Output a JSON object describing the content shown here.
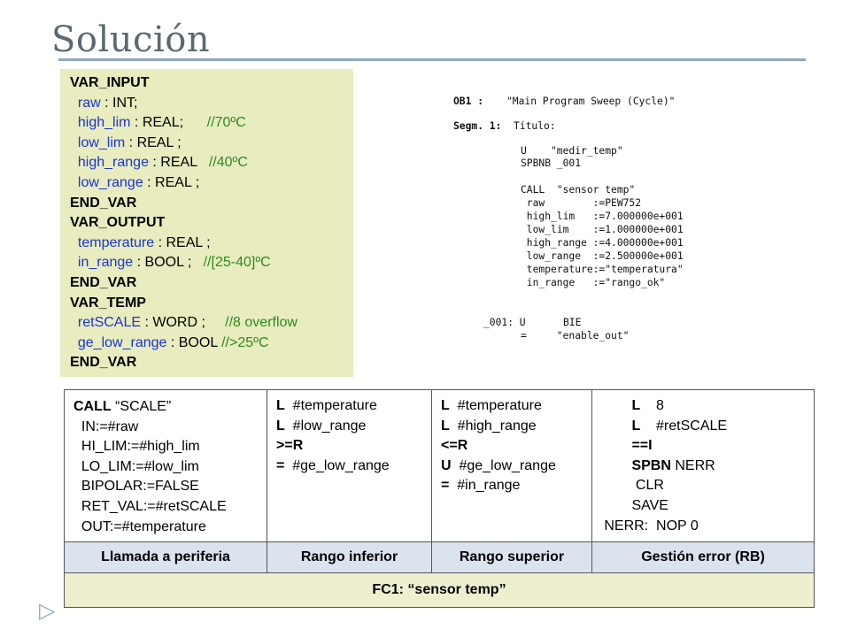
{
  "title": "Solución",
  "var_block": {
    "var_input": "VAR_INPUT",
    "raw": "raw",
    "raw_type": " : INT;",
    "high_lim": "high_lim",
    "high_lim_type": " : REAL;",
    "high_lim_comment": "//70ºC",
    "low_lim": "low_lim",
    "low_lim_type": " : REAL ;",
    "high_range": "high_range",
    "high_range_type": " : REAL",
    "high_range_comment": "//40ºC",
    "low_range": "low_range",
    "low_range_type": " : REAL ;",
    "end_var_1": "END_VAR",
    "var_output": "VAR_OUTPUT",
    "temperature": "temperature",
    "temperature_type": " : REAL ;",
    "in_range": "in_range",
    "in_range_type": " : BOOL ;",
    "in_range_comment": "//[25-40]ºC",
    "end_var_2": "END_VAR",
    "var_temp": "VAR_TEMP",
    "retscale": "retSCALE",
    "retscale_type": " : WORD ;",
    "retscale_comment": "//8 overflow",
    "ge_low_range": "ge_low_range",
    "ge_low_range_type": " : BOOL",
    "ge_low_range_comment": "//>25ºC",
    "end_var_3": "END_VAR"
  },
  "listing": {
    "ob1_label": "OB1 :",
    "ob1_title": "\"Main Program Sweep (Cycle)\"",
    "segm_label": "Segm. 1:",
    "segm_title": "Título:",
    "l1": "U    \"medir_temp\"",
    "l2": "SPBNB _001",
    "l3": "CALL  \"sensor temp\"",
    "l4": " raw        :=PEW752",
    "l5": " high_lim   :=7.000000e+001",
    "l6": " low_lim    :=1.000000e+001",
    "l7": " high_range :=4.000000e+001",
    "l8": " low_range  :=2.500000e+001",
    "l9": " temperature:=\"temperatura\"",
    "l10": " in_range   :=\"rango_ok\"",
    "l11_label": "_001: U",
    "l11_code": "BIE",
    "l12_code": "=     \"enable_out\""
  },
  "table": {
    "col1": {
      "call": "CALL",
      "call_arg": " “SCALE”",
      "in": "  IN:=#raw",
      "hi": "  HI_LIM:=#high_lim",
      "lo": "  LO_LIM:=#low_lim",
      "bipolar": "  BIPOLAR:=FALSE",
      "ret": "  RET_VAL:=#retSCALE",
      "out": "  OUT:=#temperature"
    },
    "col2": {
      "l1_op": "L",
      "l1_arg": "  #temperature",
      "l2_op": "L",
      "l2_arg": "  #low_range",
      "l3": ">=R",
      "l4_op": "=",
      "l4_arg": "  #ge_low_range"
    },
    "col3": {
      "l1_op": "L",
      "l1_arg": "  #temperature",
      "l2_op": "L",
      "l2_arg": "  #high_range",
      "l3": "<=R",
      "l4_op": "U",
      "l4_arg": "  #ge_low_range",
      "l5_op": "=",
      "l5_arg": "  #in_range"
    },
    "col4": {
      "l1_op": "L",
      "l1_arg": "    8",
      "l2_op": "L",
      "l2_arg": "    #retSCALE",
      "l3": "==I",
      "l4_op": "SPBN",
      "l4_arg": " NERR",
      "l5": " CLR",
      "l6": "SAVE",
      "l7_label": "NERR:",
      "l7_arg": "  NOP 0"
    },
    "headers": [
      "Llamada a periferia",
      "Rango inferior",
      "Rango superior",
      "Gestión error (RB)"
    ],
    "footer": "FC1: “sensor temp”"
  }
}
